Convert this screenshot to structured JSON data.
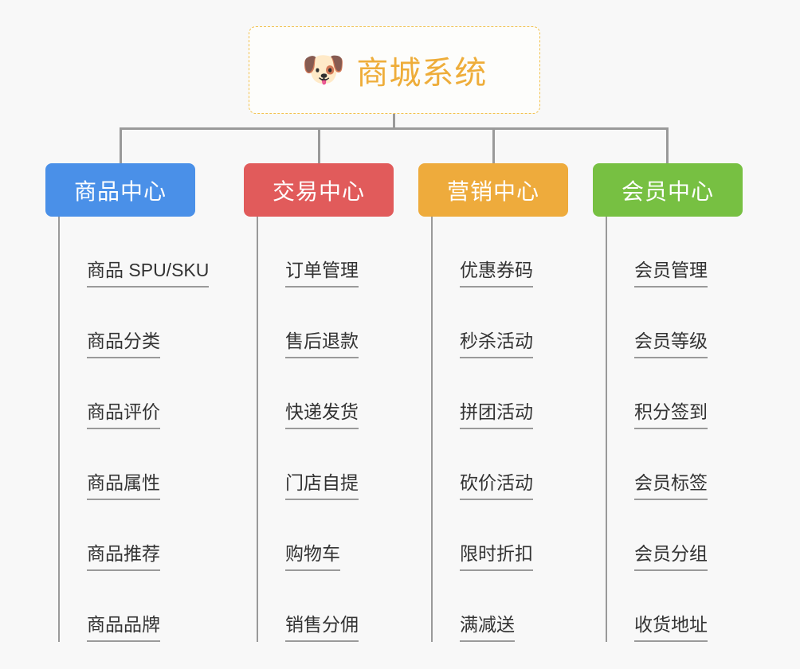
{
  "canvas": {
    "background": "#f8f8f8",
    "line_color": "#9a9a9a"
  },
  "root": {
    "icon": "shiba-dog-face-icon",
    "emoji": "🐶",
    "title": "商城系统",
    "text_color": "#eead3a",
    "border_color": "#f2c14e",
    "background": "#fdfdfb"
  },
  "branches": [
    {
      "id": "product-center",
      "label": "商品中心",
      "color": "#4a90e8",
      "items": [
        "商品 SPU/SKU",
        "商品分类",
        "商品评价",
        "商品属性",
        "商品推荐",
        "商品品牌"
      ]
    },
    {
      "id": "trade-center",
      "label": "交易中心",
      "color": "#e15b5b",
      "items": [
        "订单管理",
        "售后退款",
        "快递发货",
        "门店自提",
        "购物车",
        "销售分佣"
      ]
    },
    {
      "id": "marketing-center",
      "label": "营销中心",
      "color": "#eeab3c",
      "items": [
        "优惠券码",
        "秒杀活动",
        "拼团活动",
        "砍价活动",
        "限时折扣",
        "满减送"
      ]
    },
    {
      "id": "member-center",
      "label": "会员中心",
      "color": "#77c042",
      "items": [
        "会员管理",
        "会员等级",
        "积分签到",
        "会员标签",
        "会员分组",
        "收货地址"
      ]
    }
  ]
}
